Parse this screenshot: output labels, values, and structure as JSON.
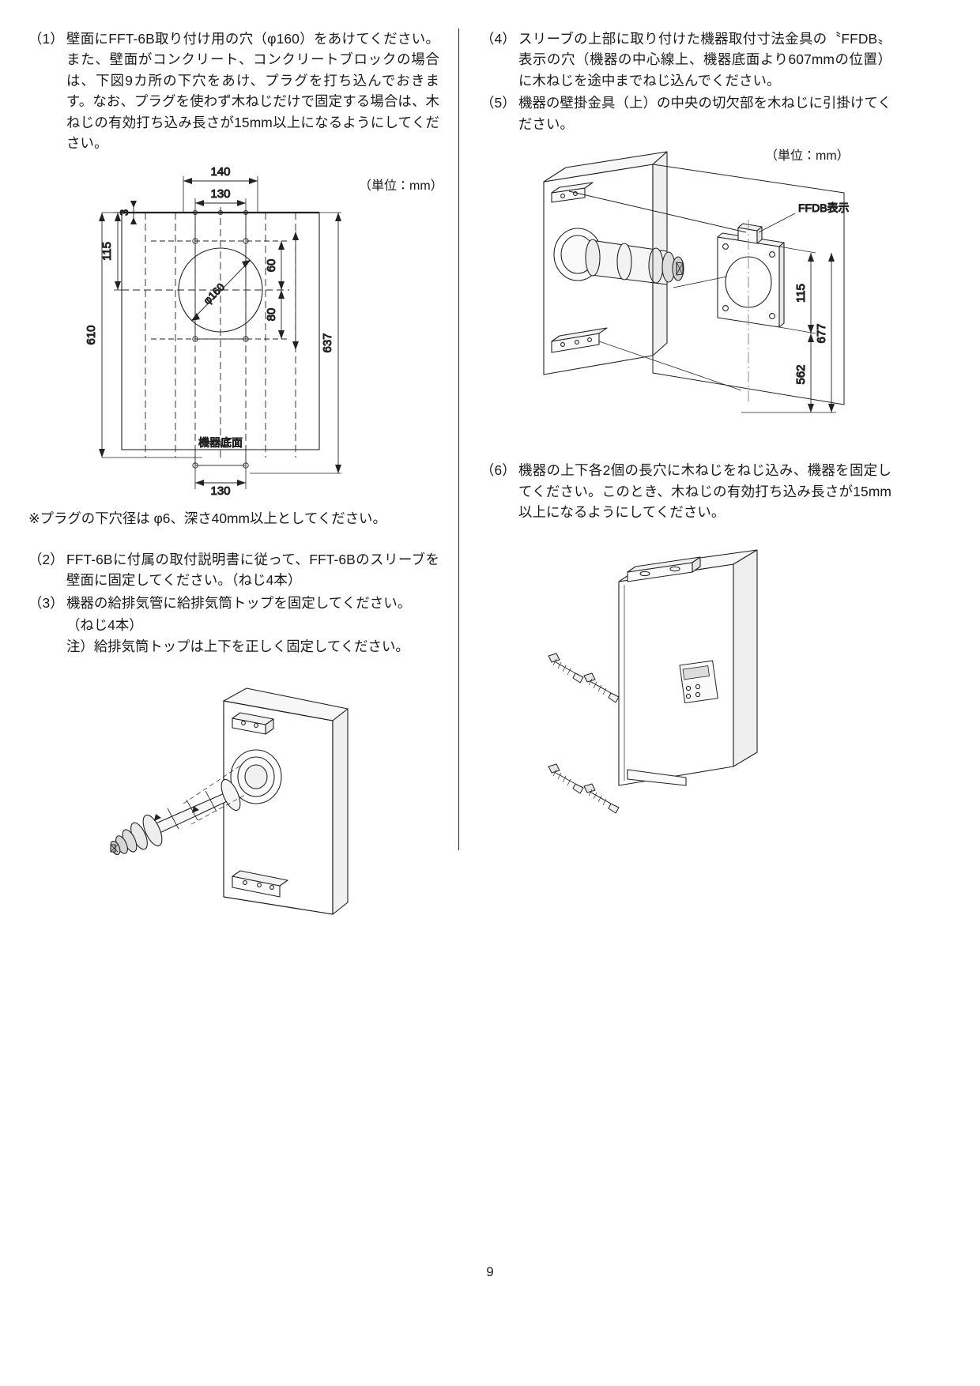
{
  "page": {
    "number": "9",
    "unit_note": "（単位：mm）"
  },
  "left_column": {
    "steps": [
      {
        "marker": "（1）",
        "text": "壁面にFFT-6B取り付け用の穴（φ160）をあけてください。また、壁面がコンクリート、コンクリートブロックの場合は、下図9カ所の下穴をあけ、プラグを打ち込んでおきます。なお、プラグを使わず木ねじだけで固定する場合は、木ねじの有効打ち込み長さが15mm以上になるようにしてください。"
      },
      {
        "marker": "（2）",
        "text": "FFT-6Bに付属の取付説明書に従って、FFT-6Bのスリーブを壁面に固定してください。（ねじ4本）"
      },
      {
        "marker": "（3）",
        "text": "機器の給排気管に給排気筒トップを固定してください。"
      }
    ],
    "step3_sub1": "（ねじ4本）",
    "step3_sub2": "注）給排気筒トップは上下を正しく固定してください。",
    "plug_note": "※プラグの下穴径は φ6、深さ40mm以上としてください。"
  },
  "right_column": {
    "steps": [
      {
        "marker": "（4）",
        "text": "スリーブの上部に取り付けた機器取付寸法金具の〝FFDB〟表示の穴（機器の中心線上、機器底面より607mmの位置）に木ねじを途中までねじ込んでください。"
      },
      {
        "marker": "（5）",
        "text": "機器の壁掛金具（上）の中央の切欠部を木ねじに引掛けてください。"
      },
      {
        "marker": "（6）",
        "text": "機器の上下各2個の長穴に木ねじをねじ込み、機器を固定してください。このとき、木ねじの有効打ち込み長さが15mm以上になるようにしてください。"
      }
    ]
  },
  "figure_wall_layout": {
    "unit": "（単位：mm）",
    "dim_140": "140",
    "dim_130_top": "130",
    "dim_3": "3",
    "dim_115": "115",
    "dim_610": "610",
    "dim_637": "637",
    "dim_60": "60",
    "dim_80": "80",
    "dim_phi160": "φ160",
    "label_bottom": "機器底面",
    "dim_130_bottom": "130"
  },
  "figure_sleeve_bracket": {
    "unit": "（単位：mm）",
    "label_ffdb": "FFDB表示",
    "dim_115": "115",
    "dim_562": "562",
    "dim_677": "677"
  },
  "colors": {
    "ink": "#1a1a1a",
    "line": "#222222",
    "shade": "#f2f2f2"
  }
}
